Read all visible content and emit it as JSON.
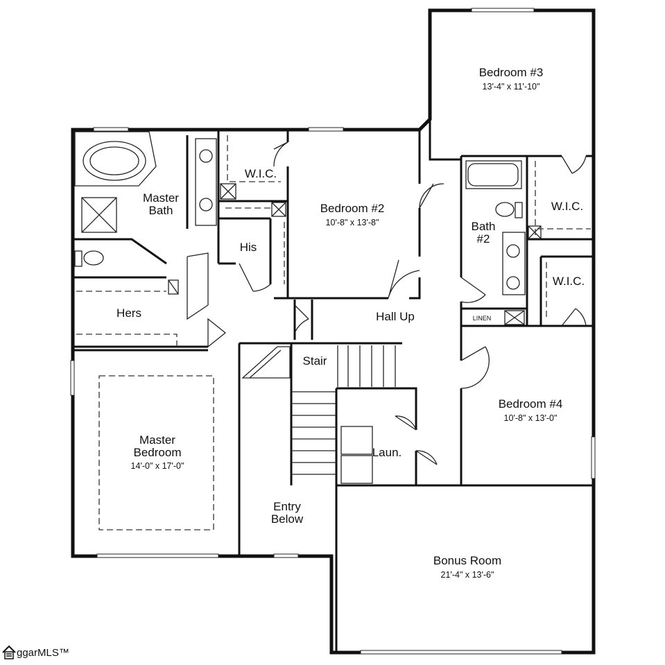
{
  "rooms": {
    "bedroom3": {
      "name": "Bedroom #3",
      "dims": "13'-4\" x 11'-10\""
    },
    "bedroom2": {
      "name": "Bedroom #2",
      "dims": "10'-8\" x 13'-8\""
    },
    "bedroom4": {
      "name": "Bedroom #4",
      "dims": "10'-8\" x 13'-0\""
    },
    "master_bedroom": {
      "name_line1": "Master",
      "name_line2": "Bedroom",
      "dims": "14'-0\" x 17'-0\""
    },
    "bonus_room": {
      "name": "Bonus Room",
      "dims": "21'-4\" x 13'-6\""
    },
    "master_bath": {
      "name_line1": "Master",
      "name_line2": "Bath"
    },
    "bath2": {
      "name_line1": "Bath",
      "name_line2": "#2"
    },
    "wic_master": "W.I.C.",
    "wic_upper": "W.I.C.",
    "wic_lower": "W.I.C.",
    "his": "His",
    "hers": "Hers",
    "hall": "Hall Up",
    "stair": "Stair",
    "laundry": "Laun.",
    "entry": {
      "line1": "Entry",
      "line2": "Below"
    },
    "linen": "LINEN"
  },
  "watermark": {
    "text": "ggarMLS™",
    "icon": "house-icon"
  }
}
